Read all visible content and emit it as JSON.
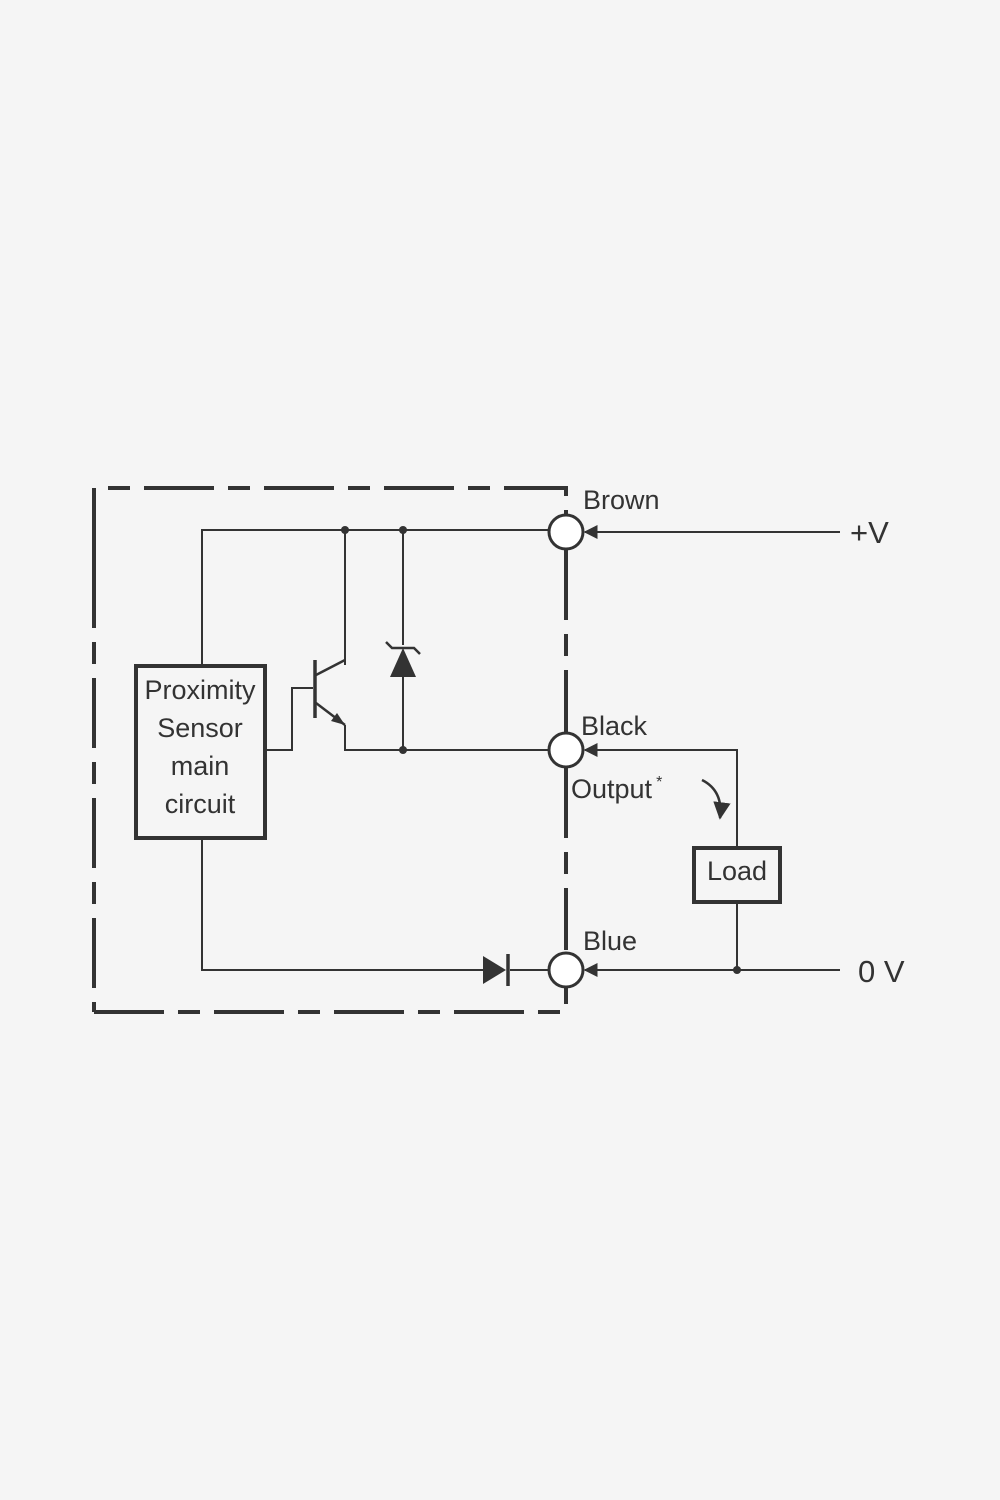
{
  "colors": {
    "line": "#333333",
    "background": "#f5f5f5"
  },
  "wire_labels": {
    "brown": "Brown",
    "black": "Black",
    "blue": "Blue"
  },
  "rails": {
    "positive": "+V",
    "zero": "0 V"
  },
  "main_circuit": {
    "line1": "Proximity",
    "line2": "Sensor",
    "line3": "main",
    "line4": "circuit"
  },
  "output": {
    "label": "Output",
    "marker": "*"
  },
  "load": {
    "label": "Load"
  }
}
